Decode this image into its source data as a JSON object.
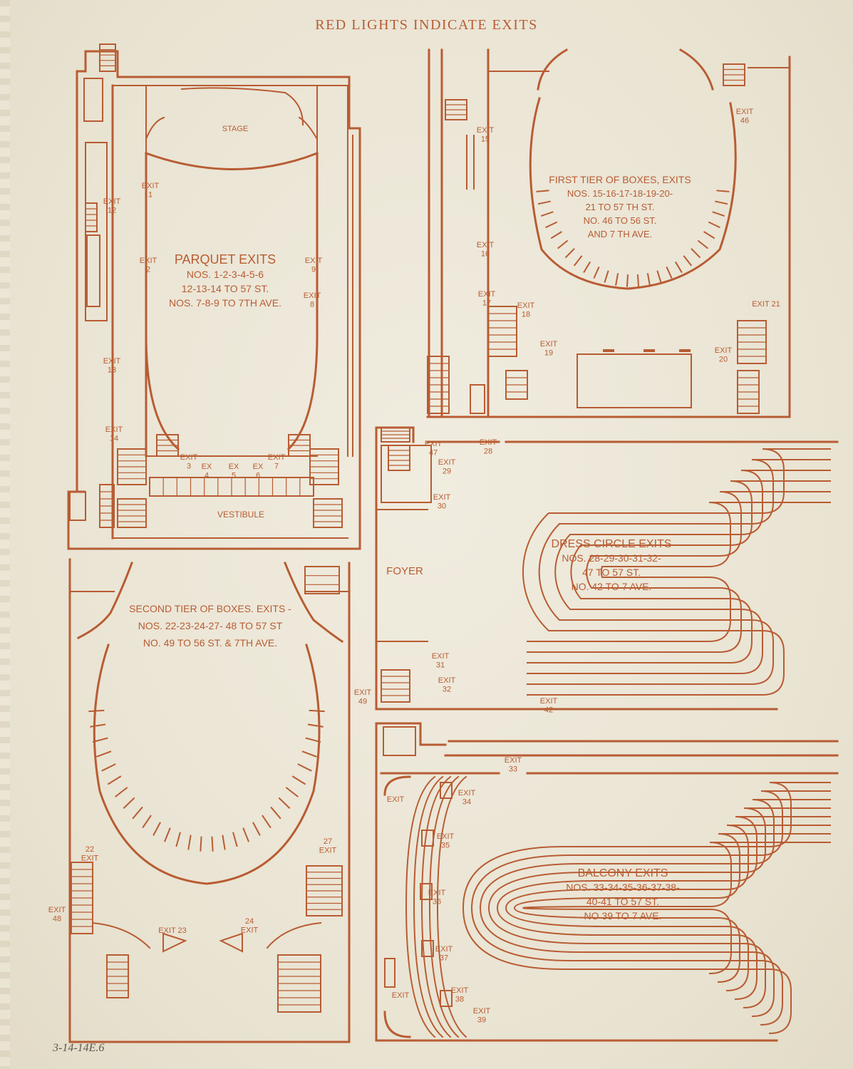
{
  "banner": "RED LIGHTS INDICATE EXITS",
  "ink_color": "#b85c33",
  "paper_color": "#ece7d8",
  "parquet": {
    "stage": "STAGE",
    "vestibule": "VESTIBULE",
    "exits": [
      {
        "id": "exit-1",
        "lines": [
          "EXIT",
          "1"
        ]
      },
      {
        "id": "exit-2",
        "lines": [
          "EXIT",
          "2"
        ]
      },
      {
        "id": "exit-9",
        "lines": [
          "EXIT",
          "9"
        ]
      },
      {
        "id": "exit-8",
        "lines": [
          "EXIT",
          "8"
        ]
      },
      {
        "id": "exit-12",
        "lines": [
          "EXIT",
          "12"
        ]
      },
      {
        "id": "exit-13",
        "lines": [
          "EXIT",
          "13"
        ]
      },
      {
        "id": "exit-14",
        "lines": [
          "EXIT",
          "14"
        ]
      },
      {
        "id": "exit-3",
        "lines": [
          "EXIT",
          "3"
        ]
      },
      {
        "id": "exit-4",
        "lines": [
          "EX",
          "4"
        ]
      },
      {
        "id": "exit-5",
        "lines": [
          "EX",
          "5"
        ]
      },
      {
        "id": "exit-6",
        "lines": [
          "EX",
          "6"
        ]
      },
      {
        "id": "exit-7",
        "lines": [
          "EXIT",
          "7"
        ]
      }
    ],
    "caption": [
      "PARQUET EXITS",
      "NOS. 1-2-3-4-5-6",
      "12-13-14 TO 57 ST.",
      "NOS. 7-8-9 TO 7TH AVE."
    ]
  },
  "first_tier": {
    "exits": [
      {
        "id": "exit-15",
        "lines": [
          "EXIT",
          "15"
        ]
      },
      {
        "id": "exit-16",
        "lines": [
          "EXIT",
          "16"
        ]
      },
      {
        "id": "exit-17",
        "lines": [
          "EXIT",
          "17"
        ]
      },
      {
        "id": "exit-18",
        "lines": [
          "EXIT",
          "18"
        ]
      },
      {
        "id": "exit-19",
        "lines": [
          "EXIT",
          "19"
        ]
      },
      {
        "id": "exit-46",
        "lines": [
          "EXIT",
          "46"
        ]
      },
      {
        "id": "exit-21",
        "lines": [
          "EXIT 21"
        ]
      },
      {
        "id": "exit-20",
        "lines": [
          "EXIT",
          "20"
        ]
      }
    ],
    "caption": [
      "FIRST TIER OF BOXES, EXITS",
      "NOS. 15-16-17-18-19-20-",
      "21 TO 57 TH ST.",
      "NO. 46 TO 56 ST.",
      "AND 7 TH AVE."
    ]
  },
  "dress_circle": {
    "foyer": "FOYER",
    "exits": [
      {
        "id": "exit-47",
        "lines": [
          "EXIT",
          "47"
        ]
      },
      {
        "id": "exit-28",
        "lines": [
          "EXIT",
          "28"
        ]
      },
      {
        "id": "exit-29",
        "lines": [
          "EXIT",
          "29"
        ]
      },
      {
        "id": "exit-30",
        "lines": [
          "EXIT",
          "30"
        ]
      },
      {
        "id": "exit-31",
        "lines": [
          "EXIT",
          "31"
        ]
      },
      {
        "id": "exit-32",
        "lines": [
          "EXIT",
          "32"
        ]
      },
      {
        "id": "exit-42",
        "lines": [
          "EXIT",
          "42"
        ]
      }
    ],
    "caption": [
      "DRESS CIRCLE EXITS",
      "NOS. 28-29-30-31-32-",
      "47 TO 57 ST.",
      "NO. 42 TO 7 AVE."
    ]
  },
  "second_tier": {
    "exits": [
      {
        "id": "exit-49",
        "lines": [
          "EXIT",
          "49"
        ]
      },
      {
        "id": "exit-22",
        "lines": [
          "22",
          "EXIT"
        ]
      },
      {
        "id": "exit-27",
        "lines": [
          "27",
          "EXIT"
        ]
      },
      {
        "id": "exit-48",
        "lines": [
          "EXIT",
          "48"
        ]
      },
      {
        "id": "exit-23",
        "lines": [
          "EXIT 23"
        ]
      },
      {
        "id": "exit-24",
        "lines": [
          "24",
          "EXIT"
        ]
      }
    ],
    "caption": [
      "SECOND TIER OF BOXES. EXITS -",
      "NOS. 22-23-24-27- 48 TO 57 ST",
      "NO. 49 TO 56 ST. & 7TH AVE."
    ]
  },
  "balcony": {
    "exits": [
      {
        "id": "exit-33",
        "lines": [
          "EXIT",
          "33"
        ]
      },
      {
        "id": "exit-left",
        "lines": [
          "EXIT"
        ]
      },
      {
        "id": "exit-34",
        "lines": [
          "EXIT",
          "34"
        ]
      },
      {
        "id": "exit-35",
        "lines": [
          "EXIT",
          "35"
        ]
      },
      {
        "id": "exit-36",
        "lines": [
          "EXIT",
          "36"
        ]
      },
      {
        "id": "exit-37",
        "lines": [
          "EXIT",
          "37"
        ]
      },
      {
        "id": "exit-38",
        "lines": [
          "EXIT",
          "38"
        ]
      },
      {
        "id": "exit-lower-left",
        "lines": [
          "EXIT"
        ]
      },
      {
        "id": "exit-39",
        "lines": [
          "EXIT",
          "39"
        ]
      }
    ],
    "caption": [
      "BALCONY EXITS",
      "NOS. 33-34-35-36-37-38-",
      "40-41 TO 57 ST.",
      "NO 39 TO 7 AVE."
    ]
  },
  "pencil_note": "3-14-14E.6"
}
